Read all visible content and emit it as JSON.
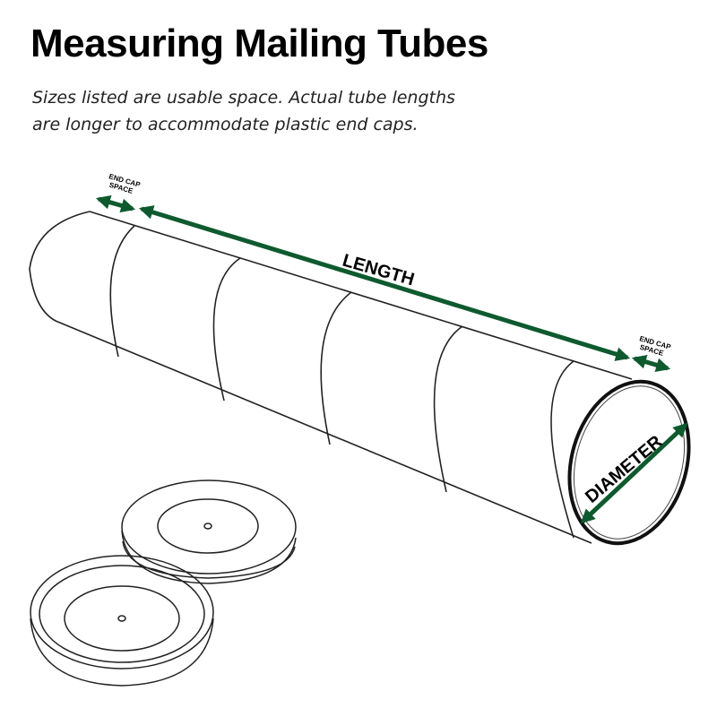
{
  "header": {
    "title": "Measuring Mailing Tubes",
    "subtitle_line1": "Sizes listed are usable space. Actual tube lengths",
    "subtitle_line2": "are longer to accommodate plastic end caps."
  },
  "labels": {
    "end_cap_left_line1": "END CAP",
    "end_cap_left_line2": "SPACE",
    "length": "LENGTH",
    "end_cap_right_line1": "END CAP",
    "end_cap_right_line2": "SPACE",
    "diameter": "DIAMETER"
  },
  "colors": {
    "arrow": "#0e5a2e",
    "outline": "#222222",
    "text": "#000000"
  }
}
